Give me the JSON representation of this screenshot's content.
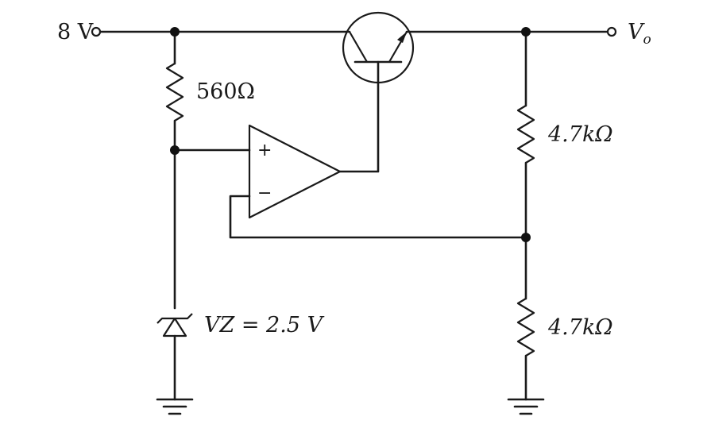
{
  "labels": {
    "supply": "8 V",
    "output": "Vo",
    "r_series": "560Ω",
    "r_top": "4.7kΩ",
    "r_bottom": "4.7kΩ",
    "zener": "VZ = 2.5 V",
    "opamp_plus": "+",
    "opamp_minus": "−"
  }
}
